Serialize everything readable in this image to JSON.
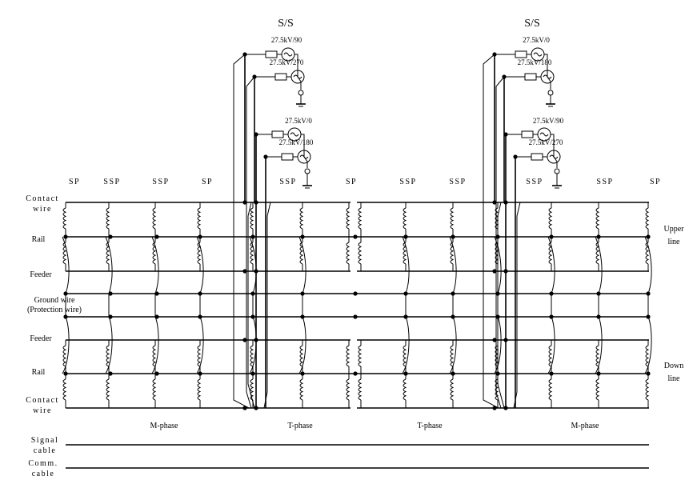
{
  "substations": [
    {
      "title": "S/S",
      "top_sources": [
        "27.5kV/90",
        "27.5kV/270"
      ],
      "bottom_sources": [
        "27.5kV/0",
        "27.5kV/180"
      ]
    },
    {
      "title": "S/S",
      "top_sources": [
        "27.5kV/0",
        "27.5kV/180"
      ],
      "bottom_sources": [
        "27.5kV/90",
        "27.5kV/270"
      ]
    }
  ],
  "posts": [
    "SP",
    "SSP",
    "SSP",
    "SP",
    "SSP",
    "SP",
    "SSP",
    "SSP",
    "SSP",
    "SSP",
    "SP"
  ],
  "left_labels": {
    "contact_upper": [
      "Contact",
      "wire"
    ],
    "rail_upper": "Rail",
    "feeder_upper": "Feeder",
    "ground": [
      "Ground wire",
      "(Protection wire)"
    ],
    "feeder_lower": "Feeder",
    "rail_lower": "Rail",
    "contact_lower": [
      "Contact",
      "wire"
    ],
    "signal": [
      "Signal",
      "cable"
    ],
    "comm": [
      "Comm.",
      "cable"
    ]
  },
  "right_labels": {
    "upper": [
      "Upper",
      "line"
    ],
    "down": [
      "Down",
      "line"
    ]
  },
  "phases": [
    "M-phase",
    "T-phase",
    "T-phase",
    "M-phase"
  ]
}
